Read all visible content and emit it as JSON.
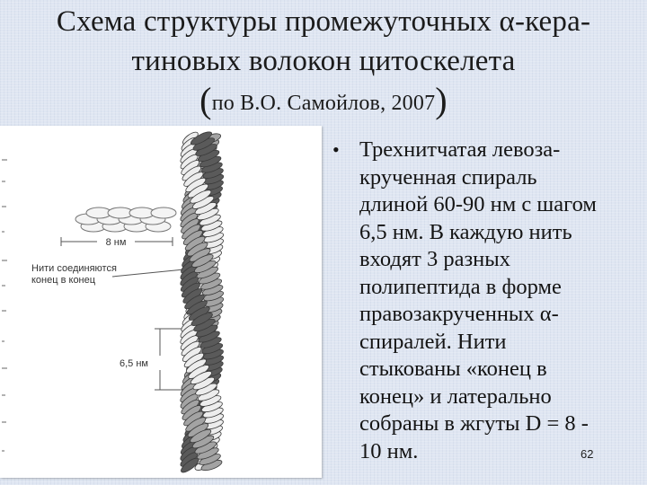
{
  "title": {
    "line1": "Схема структуры промежуточных α-кера-",
    "line2": "тиновых волокон цитоскелета",
    "paren_open": "(",
    "citation": "по В.О. Самойлов, 2007",
    "paren_close": ")"
  },
  "figure": {
    "label_8nm": "8 нм",
    "label_join_line1": "Нити соединяются",
    "label_join_line2": "конец в конец",
    "label_pitch": "6,5 нм"
  },
  "bullet": {
    "marker": "•",
    "text": "Трехнитчатая левоза-\nкрученная спираль\nдлиной 60-90 нм с шагом\n6,5 нм. В каждую нить\nвходят 3 разных\nполипептида в форме\nправозакрученных α-\nспиралей. Нити\nстыкованы «конец в\nконец» и латерально\nсобраны в жгуты D = 8 -\n10 нм."
  },
  "page_number": "62",
  "colors": {
    "background": "#dfe6f2",
    "strand_dark": "#5a5a5a",
    "strand_mid": "#a3a3a3",
    "strand_light": "#ededed"
  }
}
